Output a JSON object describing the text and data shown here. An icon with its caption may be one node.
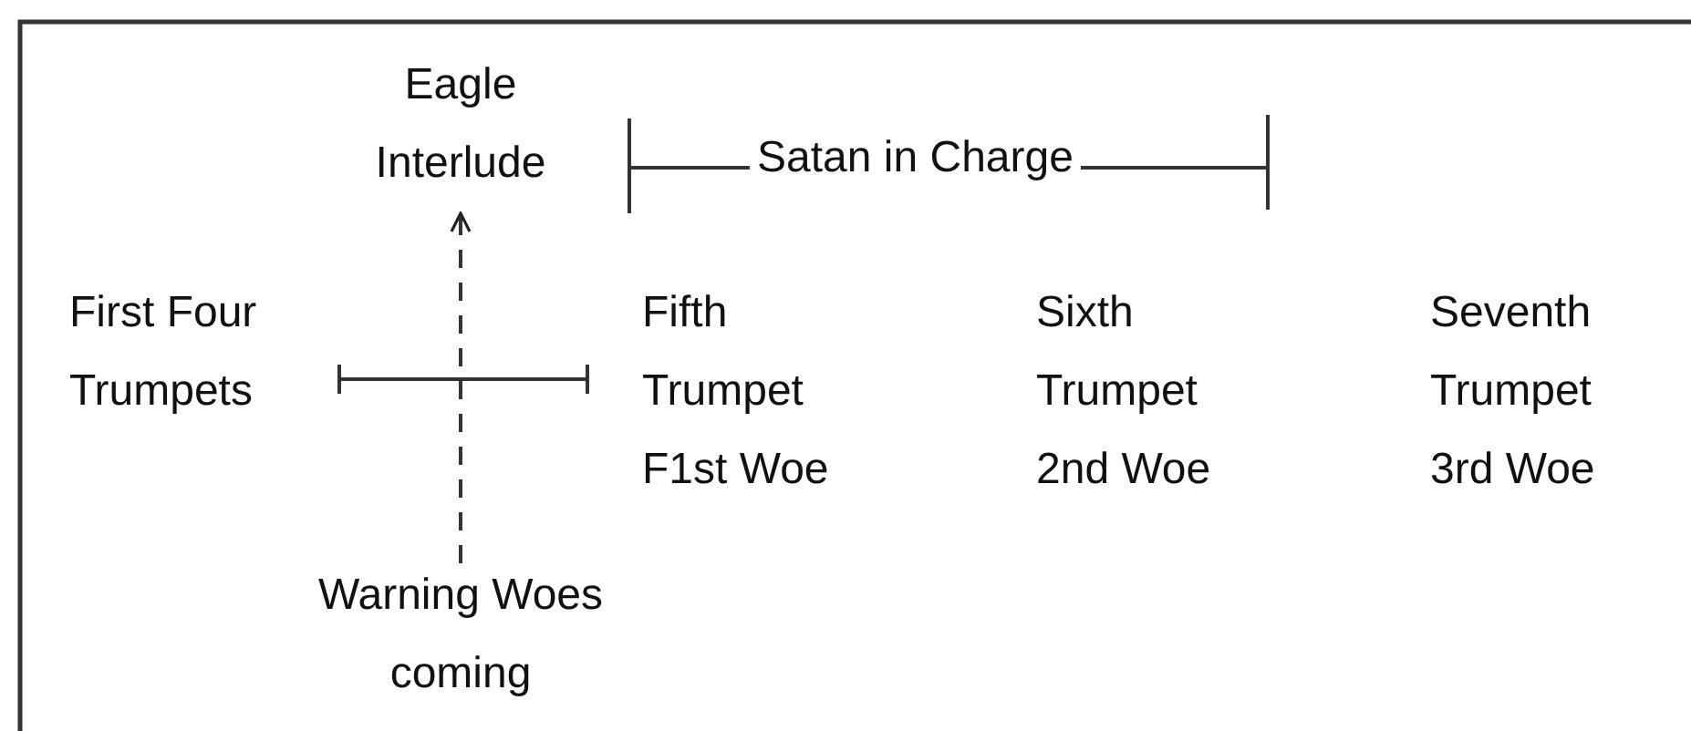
{
  "diagram": {
    "nodes": [
      {
        "text": [
          "Eagle Interlude"
        ]
      },
      {
        "text": [
          "First Four Trumpets"
        ]
      },
      {
        "text": [
          "Fifth Trumpet",
          "F1st Woe"
        ]
      },
      {
        "text": [
          "Sixth Trumpet",
          "2nd Woe"
        ]
      },
      {
        "text": [
          "Seventh Trumpet",
          "3rd Woe"
        ]
      },
      {
        "text": [
          "Warning Woes coming"
        ]
      }
    ],
    "edges": [
      {
        "from": 5,
        "to": 0,
        "arrow": "to",
        "style": "dashed"
      }
    ],
    "labels": [
      "Satan in Charge"
    ]
  }
}
